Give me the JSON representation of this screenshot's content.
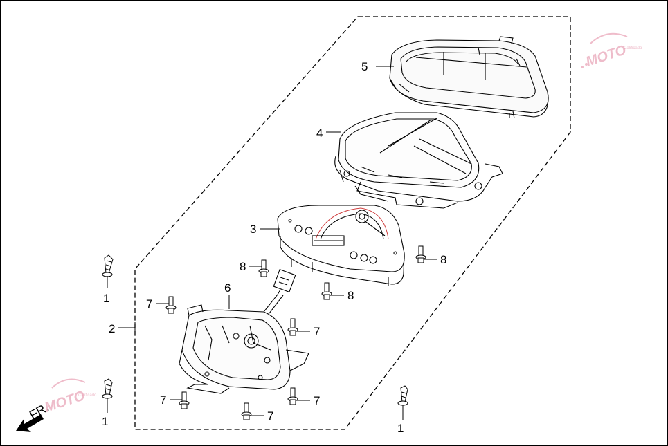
{
  "labels": {
    "p1": "1",
    "p2": "2",
    "p3": "3",
    "p4": "4",
    "p5": "5",
    "p6": "6",
    "p7": "7",
    "p8": "8"
  },
  "direction": "FR.",
  "watermark": {
    "brand": "MOTO",
    "sub": "Calificado"
  },
  "colors": {
    "line": "#000000",
    "watermark": "#e8a0b4",
    "dial_red": "#d04040"
  }
}
